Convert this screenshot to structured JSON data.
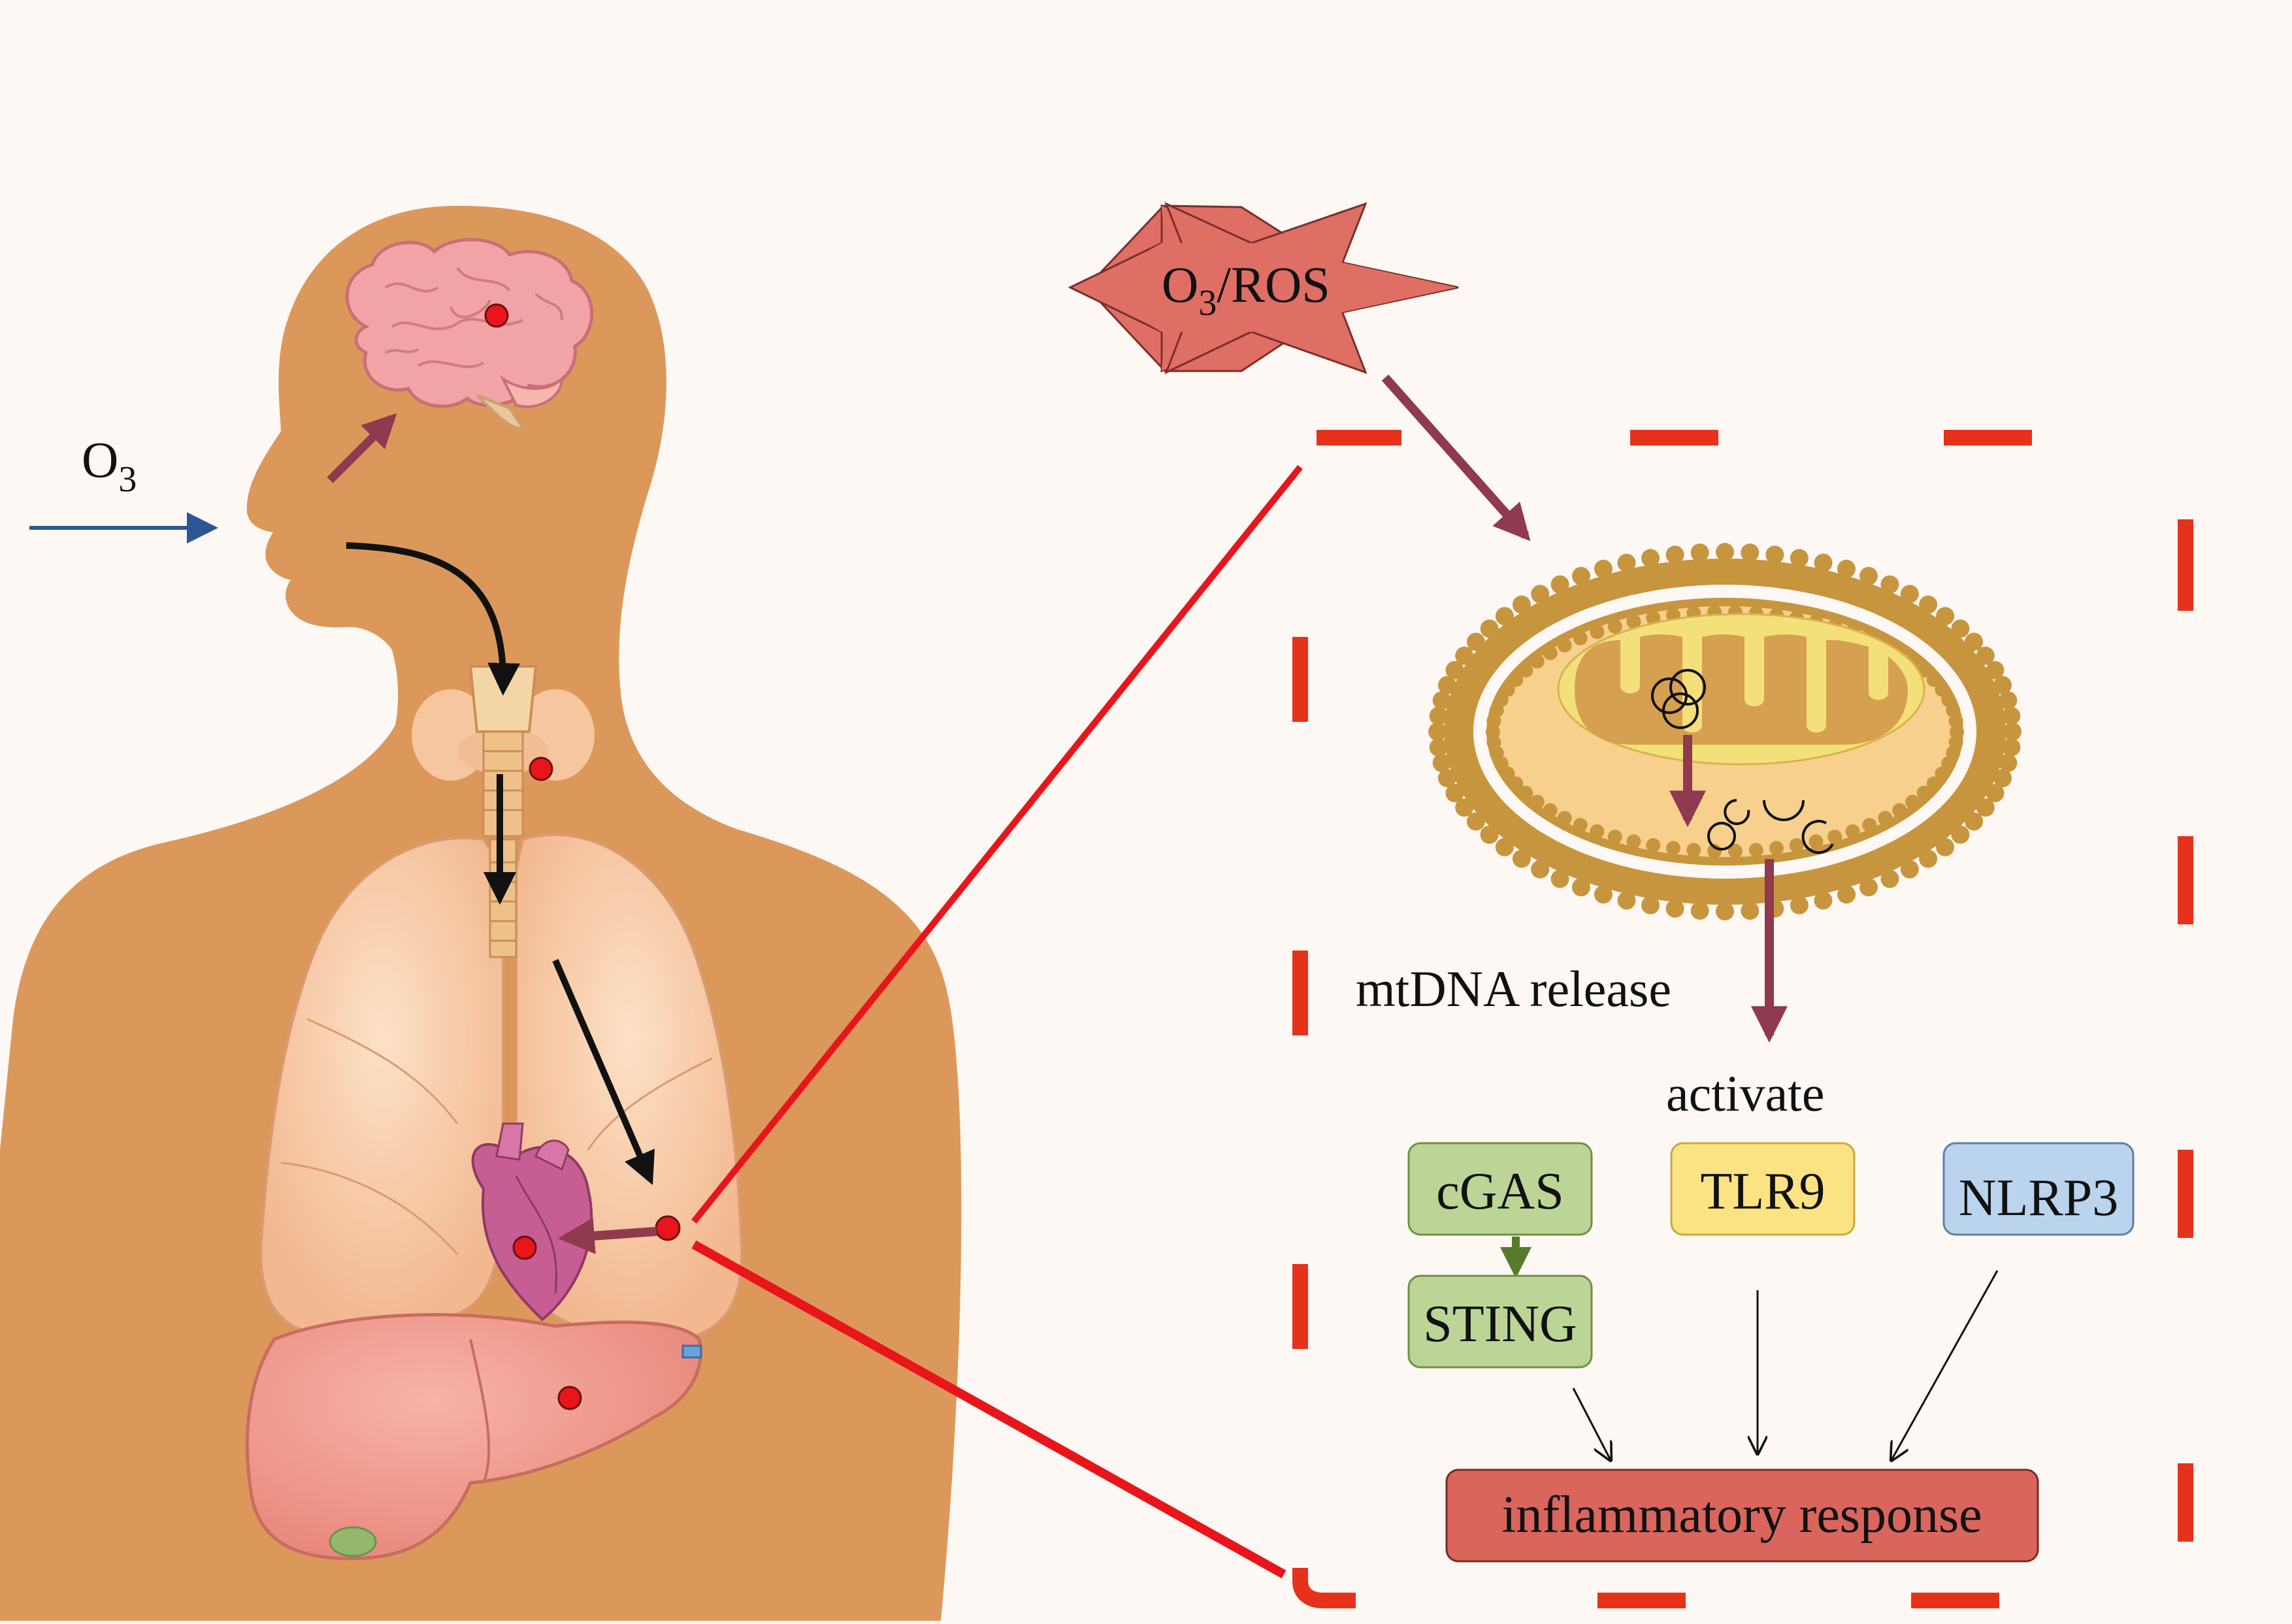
{
  "labels": {
    "ozone_symbol": "O",
    "ozone_subscript": "3",
    "stressor_prefix": "O",
    "stressor_subscript": "3",
    "stressor_suffix": "/ROS",
    "mtdna_release": "mtDNA release",
    "activate": "activate",
    "inflammatory_response": "inflammatory response"
  },
  "sensors": {
    "cgas": "cGAS",
    "sting": "STING",
    "tlr9": "TLR9",
    "nlrp3": "NLRP3"
  },
  "colors": {
    "background": "#fdf8f4",
    "body_silhouette": "#dc985a",
    "inhale_arrow": "#2c5796",
    "pathway_arrow_maroon": "#8f3a4e",
    "organ_marker": "#e8151b",
    "zoom_line": "#e8151b",
    "dashed_frame": "#e6321b",
    "star_fill": "#df6e64",
    "cell_membrane": "#c8953f",
    "cell_interior": "#f6d08c",
    "mitochondrion_outer": "#f4e07a",
    "mitochondrion_inner": "#d5a04f",
    "cgas_sting_box": "#bcd596",
    "cgas_sting_arrow": "#587a2d",
    "tlr9_box": "#fbe283",
    "nlrp3_box": "#b9d4ec",
    "inflammatory_box": "#d9655d"
  },
  "icons": [
    "brain-icon",
    "thyroid-icon",
    "lungs-icon",
    "heart-icon",
    "liver-icon",
    "mitochondrion-icon",
    "mtdna-icon"
  ]
}
